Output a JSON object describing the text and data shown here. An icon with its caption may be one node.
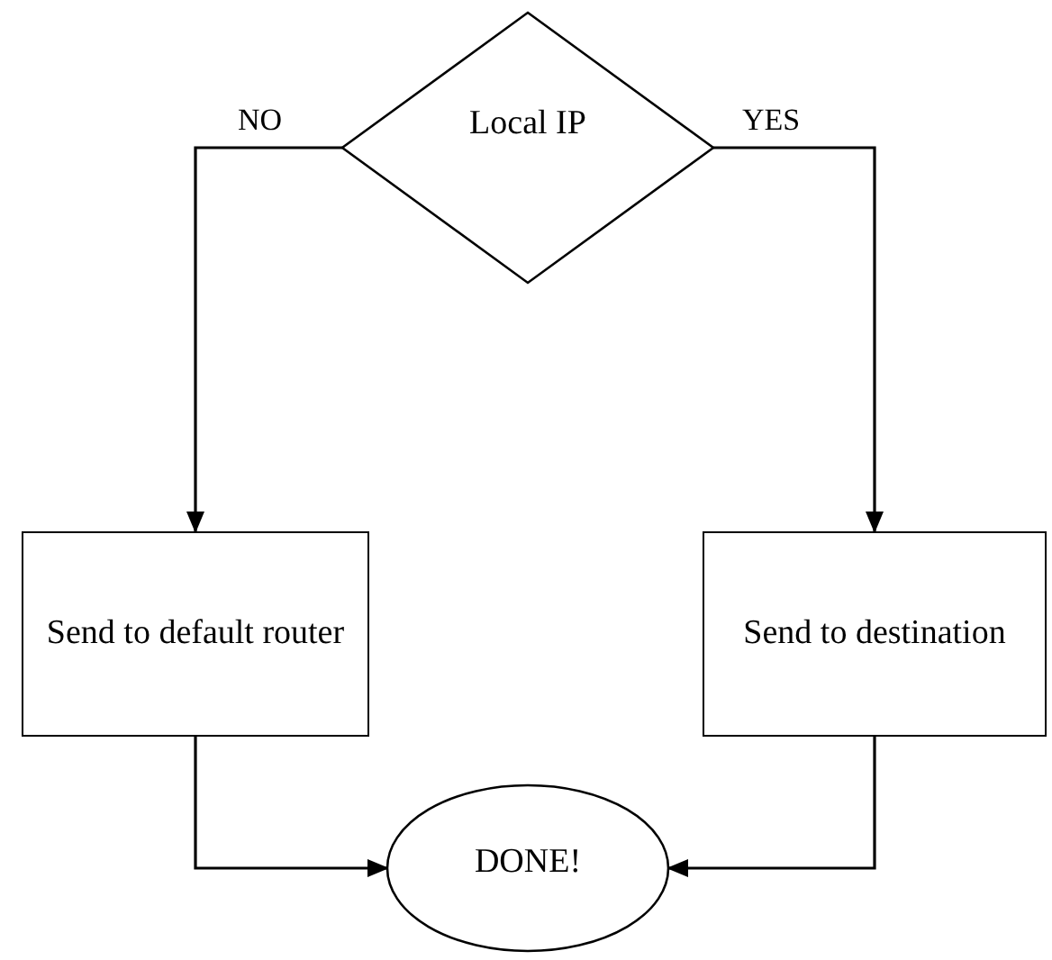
{
  "diagram": {
    "nodes": [
      {
        "text": [
          "Local IP"
        ]
      },
      {
        "text": [
          "Send to default router"
        ]
      },
      {
        "text": [
          "Send to destination"
        ]
      },
      {
        "text": [
          "DONE!"
        ]
      }
    ],
    "edges": [
      {
        "from": 0,
        "to": 1,
        "arrow": "to",
        "label": "NO"
      },
      {
        "from": 0,
        "to": 2,
        "arrow": "to",
        "label": "YES"
      },
      {
        "from": 1,
        "to": 3,
        "arrow": "to"
      },
      {
        "from": 2,
        "to": 3,
        "arrow": "to"
      }
    ]
  }
}
